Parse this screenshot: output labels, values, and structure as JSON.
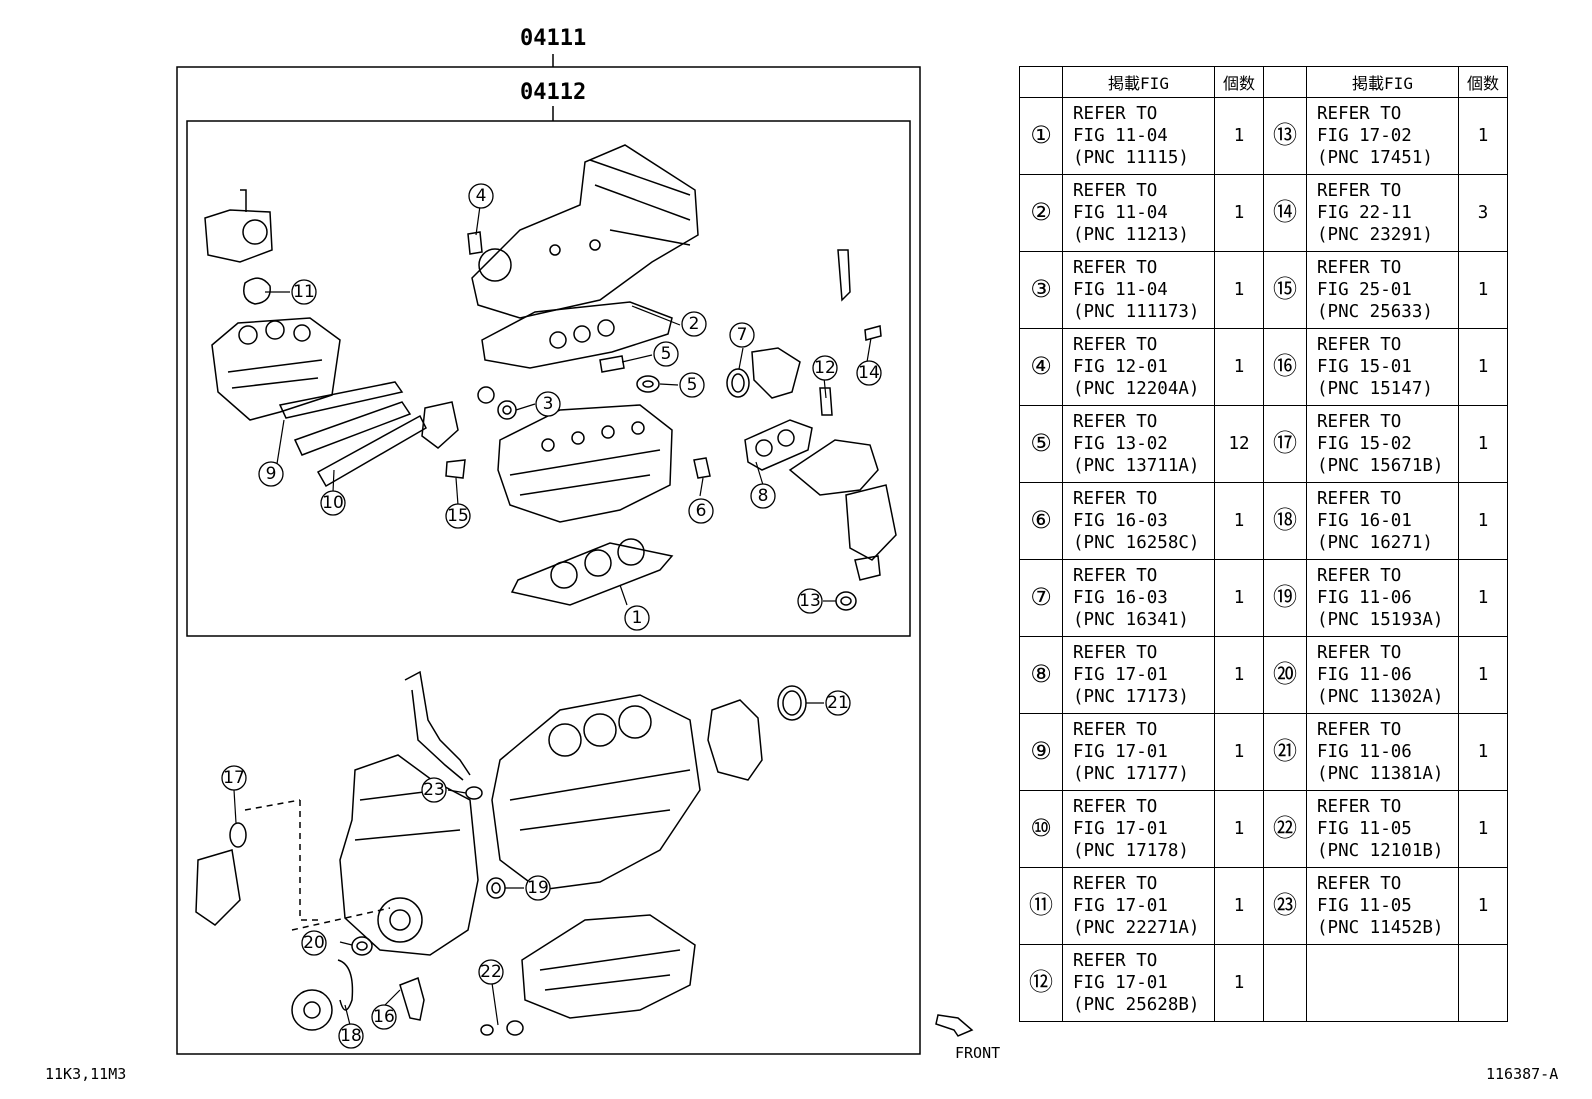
{
  "diagram": {
    "kit_code_outer": "04111",
    "kit_code_inner": "04112",
    "front_label": "FRONT",
    "bottom_left_code": "11K3,11M3",
    "bottom_right_code": "116387-A",
    "callouts": [
      "1",
      "2",
      "3",
      "4",
      "5",
      "5",
      "6",
      "7",
      "8",
      "9",
      "10",
      "11",
      "12",
      "13",
      "14",
      "15",
      "16",
      "17",
      "18",
      "19",
      "20",
      "21",
      "22",
      "23"
    ]
  },
  "table": {
    "header_fig": "掲載FIG",
    "header_qty": "個数",
    "rows": [
      {
        "num": "①",
        "fig": "REFER TO\nFIG 11-04\n(PNC 11115)",
        "qty": "1",
        "num2": "⑬",
        "fig2": "REFER TO\nFIG 17-02\n(PNC 17451)",
        "qty2": "1"
      },
      {
        "num": "②",
        "fig": "REFER TO\nFIG 11-04\n(PNC 11213)",
        "qty": "1",
        "num2": "⑭",
        "fig2": "REFER TO\nFIG 22-11\n(PNC 23291)",
        "qty2": "3"
      },
      {
        "num": "③",
        "fig": "REFER TO\nFIG 11-04\n(PNC 111173)",
        "qty": "1",
        "num2": "⑮",
        "fig2": "REFER TO\nFIG 25-01\n(PNC 25633)",
        "qty2": "1"
      },
      {
        "num": "④",
        "fig": "REFER TO\nFIG 12-01\n(PNC 12204A)",
        "qty": "1",
        "num2": "⑯",
        "fig2": "REFER TO\nFIG 15-01\n(PNC 15147)",
        "qty2": "1"
      },
      {
        "num": "⑤",
        "fig": "REFER TO\nFIG 13-02\n(PNC 13711A)",
        "qty": "12",
        "num2": "⑰",
        "fig2": "REFER TO\nFIG 15-02\n(PNC 15671B)",
        "qty2": "1"
      },
      {
        "num": "⑥",
        "fig": "REFER TO\nFIG 16-03\n(PNC 16258C)",
        "qty": "1",
        "num2": "⑱",
        "fig2": "REFER TO\nFIG 16-01\n(PNC 16271)",
        "qty2": "1"
      },
      {
        "num": "⑦",
        "fig": "REFER TO\nFIG 16-03\n(PNC 16341)",
        "qty": "1",
        "num2": "⑲",
        "fig2": "REFER TO\nFIG 11-06\n(PNC 15193A)",
        "qty2": "1"
      },
      {
        "num": "⑧",
        "fig": "REFER TO\nFIG 17-01\n(PNC 17173)",
        "qty": "1",
        "num2": "⑳",
        "fig2": "REFER TO\nFIG 11-06\n(PNC 11302A)",
        "qty2": "1"
      },
      {
        "num": "⑨",
        "fig": "REFER TO\nFIG 17-01\n(PNC 17177)",
        "qty": "1",
        "num2": "㉑",
        "fig2": "REFER TO\nFIG 11-06\n(PNC 11381A)",
        "qty2": "1"
      },
      {
        "num": "⑩",
        "fig": "REFER TO\nFIG 17-01\n(PNC 17178)",
        "qty": "1",
        "num2": "㉒",
        "fig2": "REFER TO\nFIG 11-05\n(PNC 12101B)",
        "qty2": "1"
      },
      {
        "num": "⑪",
        "fig": "REFER TO\nFIG 17-01\n(PNC 22271A)",
        "qty": "1",
        "num2": "㉓",
        "fig2": "REFER TO\nFIG 11-05\n(PNC 11452B)",
        "qty2": "1"
      },
      {
        "num": "⑫",
        "fig": "REFER TO\nFIG 17-01\n(PNC 25628B)",
        "qty": "1",
        "num2": "",
        "fig2": "",
        "qty2": ""
      }
    ]
  }
}
